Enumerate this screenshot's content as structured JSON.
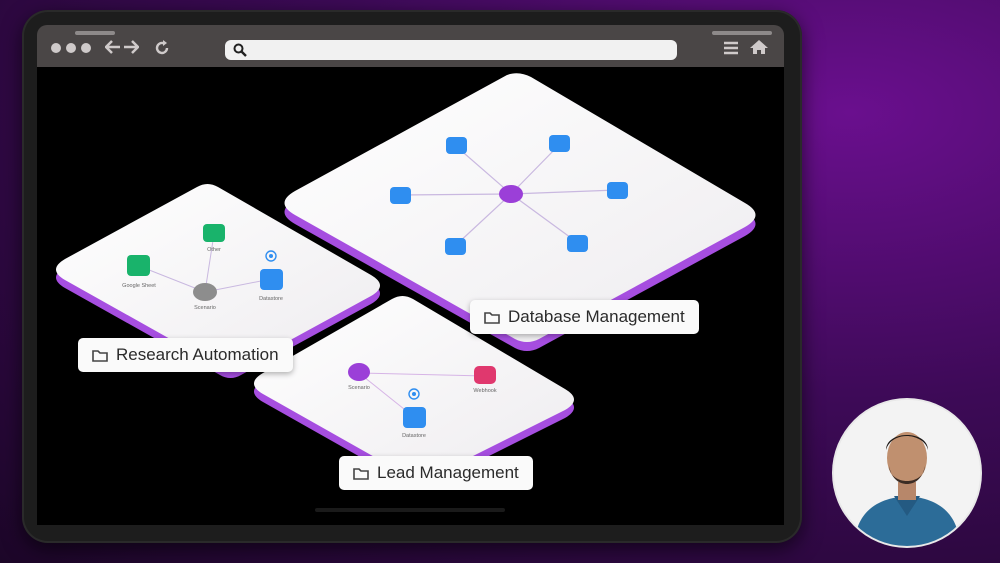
{
  "browser": {
    "back_icon": "arrow-left-icon",
    "forward_icon": "arrow-right-icon",
    "reload_icon": "reload-icon",
    "search_icon": "search-icon",
    "menu_icon": "hamburger-menu-icon",
    "home_icon": "home-icon"
  },
  "folders": {
    "research": {
      "title": "Research Automation",
      "nodes": {
        "other": "Other",
        "google_sheet": "Google Sheet",
        "scenario": "Scenario",
        "datastore": "Datastore"
      }
    },
    "database": {
      "title": "Database Management"
    },
    "lead": {
      "title": "Lead Management",
      "nodes": {
        "scenario": "Scenario",
        "webhook": "Webhook",
        "datastore": "Datastore"
      }
    }
  },
  "colors": {
    "accent_purple": "#a64ee0",
    "node_blue": "#2f8ef0",
    "node_green": "#19b36b",
    "node_pink": "#e0386e",
    "node_gray": "#8d8d8d",
    "node_violet": "#9b3fd8"
  }
}
